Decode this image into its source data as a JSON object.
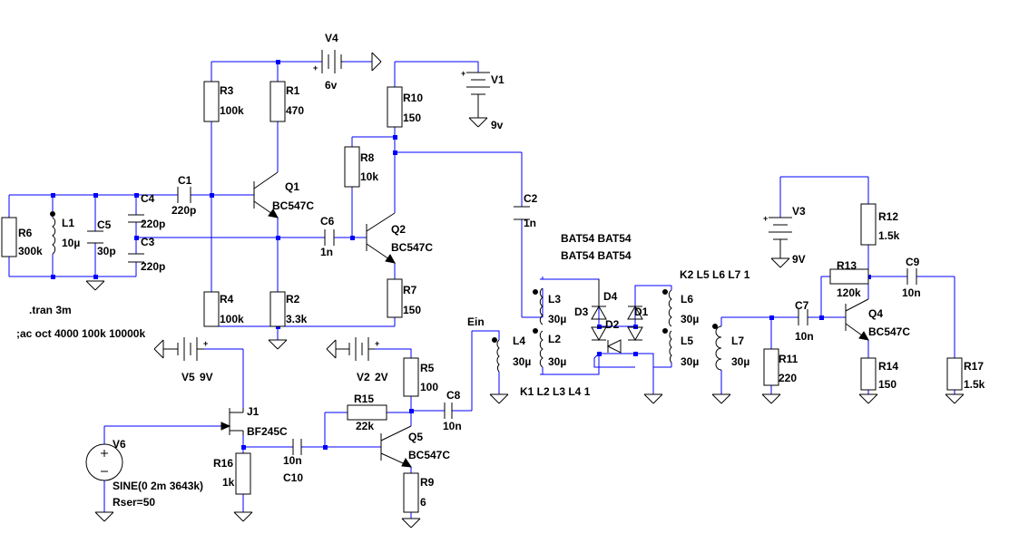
{
  "components": {
    "V4": {
      "name": "V4",
      "value": "6v"
    },
    "R3": {
      "name": "R3",
      "value": "100k"
    },
    "R1": {
      "name": "R1",
      "value": "470"
    },
    "R10": {
      "name": "R10",
      "value": "150"
    },
    "V1": {
      "name": "V1",
      "value": "9v"
    },
    "R8": {
      "name": "R8",
      "value": "10k"
    },
    "Q1": {
      "name": "Q1",
      "value": "BC547C"
    },
    "C1": {
      "name": "C1",
      "value": "220p"
    },
    "C4": {
      "name": "C4",
      "value": "220p"
    },
    "C3": {
      "name": "C3",
      "value": "220p"
    },
    "R6": {
      "name": "R6",
      "value": "300k"
    },
    "L1": {
      "name": "L1",
      "value": "10µ"
    },
    "C5": {
      "name": "C5",
      "value": "30p"
    },
    "C6": {
      "name": "C6",
      "value": "1n"
    },
    "Q2": {
      "name": "Q2",
      "value": "BC547C"
    },
    "C2": {
      "name": "C2",
      "value": "1n"
    },
    "R4": {
      "name": "R4",
      "value": "100k"
    },
    "R2": {
      "name": "R2",
      "value": "3.3k"
    },
    "R7": {
      "name": "R7",
      "value": "150"
    },
    "V5": {
      "name": "V5",
      "value": "9V"
    },
    "V2": {
      "name": "V2",
      "value": "2V"
    },
    "R5": {
      "name": "R5",
      "value": "100"
    },
    "R15": {
      "name": "R15",
      "value": "22k"
    },
    "C8": {
      "name": "C8",
      "value": "10n"
    },
    "J1": {
      "name": "J1",
      "value": "BF245C"
    },
    "V6": {
      "name": "V6",
      "value": "SINE(0 2m 3643k)",
      "extra": "Rser=50"
    },
    "R16": {
      "name": "R16",
      "value": "1k"
    },
    "C10": {
      "name": "C10",
      "value": "10n"
    },
    "Q5": {
      "name": "Q5",
      "value": "BC547C"
    },
    "R9": {
      "name": "R9",
      "value": "6"
    },
    "L3": {
      "name": "L3",
      "value": "30µ"
    },
    "L2": {
      "name": "L2",
      "value": "30µ"
    },
    "L4": {
      "name": "L4",
      "value": "30µ"
    },
    "L6": {
      "name": "L6",
      "value": "30µ"
    },
    "L5": {
      "name": "L5",
      "value": "30µ"
    },
    "D1": {
      "name": "D1"
    },
    "D2": {
      "name": "D2"
    },
    "D3": {
      "name": "D3"
    },
    "D4": {
      "name": "D4"
    },
    "L7": {
      "name": "L7",
      "value": "30µ"
    },
    "R11": {
      "name": "R11",
      "value": "220"
    },
    "C7": {
      "name": "C7",
      "value": "10n"
    },
    "V3": {
      "name": "V3",
      "value": "9V"
    },
    "R12": {
      "name": "R12",
      "value": "1.5k"
    },
    "R13": {
      "name": "R13",
      "value": "120k"
    },
    "C9": {
      "name": "C9",
      "value": "10n"
    },
    "Q4": {
      "name": "Q4",
      "value": "BC547C"
    },
    "R14": {
      "name": "R14",
      "value": "150"
    },
    "R17": {
      "name": "R17",
      "value": "1.5k"
    }
  },
  "directives": {
    "tran": ".tran 3m",
    "ac": ";ac oct 4000 100k 10000k",
    "k1": "K1 L2 L3 L4 1",
    "k2": "K2 L5 L6 L7 1",
    "diode_models_1": "BAT54 BAT54",
    "diode_models_2": "BAT54 BAT54"
  },
  "net_labels": {
    "ein": "Ein"
  }
}
